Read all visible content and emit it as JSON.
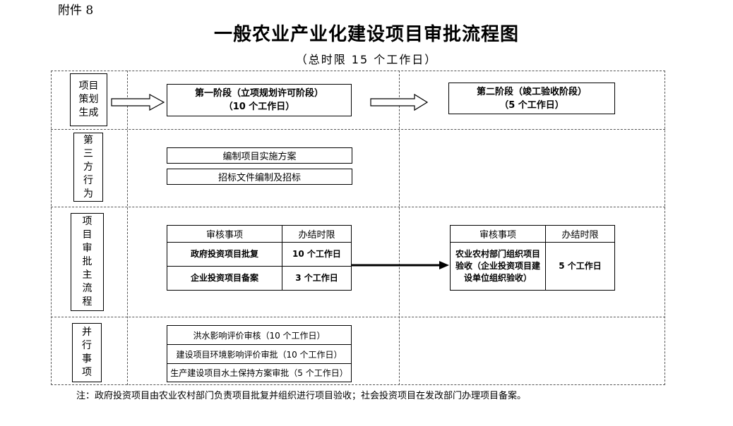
{
  "annex_label": "附件 8",
  "title": "一般农业产业化建设项目审批流程图",
  "subtitle": "（总时限 15 个工作日）",
  "rows": {
    "planning": "项目策划生成",
    "third_party": "第三方行为",
    "approval": "项目审批主流程",
    "parallel": "并行事项"
  },
  "stages": {
    "stage1_line1": "第一阶段（立项规划许可阶段）",
    "stage1_line2": "（10 个工作日）",
    "stage2_line1": "第二阶段（竣工验收阶段）",
    "stage2_line2": "（5 个工作日）"
  },
  "third_party_items": [
    "编制项目实施方案",
    "招标文件编制及招标"
  ],
  "table_headers": {
    "item": "审核事项",
    "time": "办结时限"
  },
  "stage1_table": [
    {
      "item": "政府投资项目批复",
      "time": "10 个工作日"
    },
    {
      "item": "企业投资项目备案",
      "time": "3 个工作日"
    }
  ],
  "stage2_table": [
    {
      "item": "农业农村部门组织项目验收（企业投资项目建设单位组织验收）",
      "time": "5 个工作日"
    }
  ],
  "parallel_items": [
    "洪水影响评价审核（10 个工作日）",
    "建设项目环境影响评价审批（10 个工作日）",
    "生产建设项目水土保持方案审批（5 个工作日）"
  ],
  "note": "注：政府投资项目由农业农村部门负责项目批复并组织进行项目验收；社会投资项目在发改部门办理项目备案。"
}
